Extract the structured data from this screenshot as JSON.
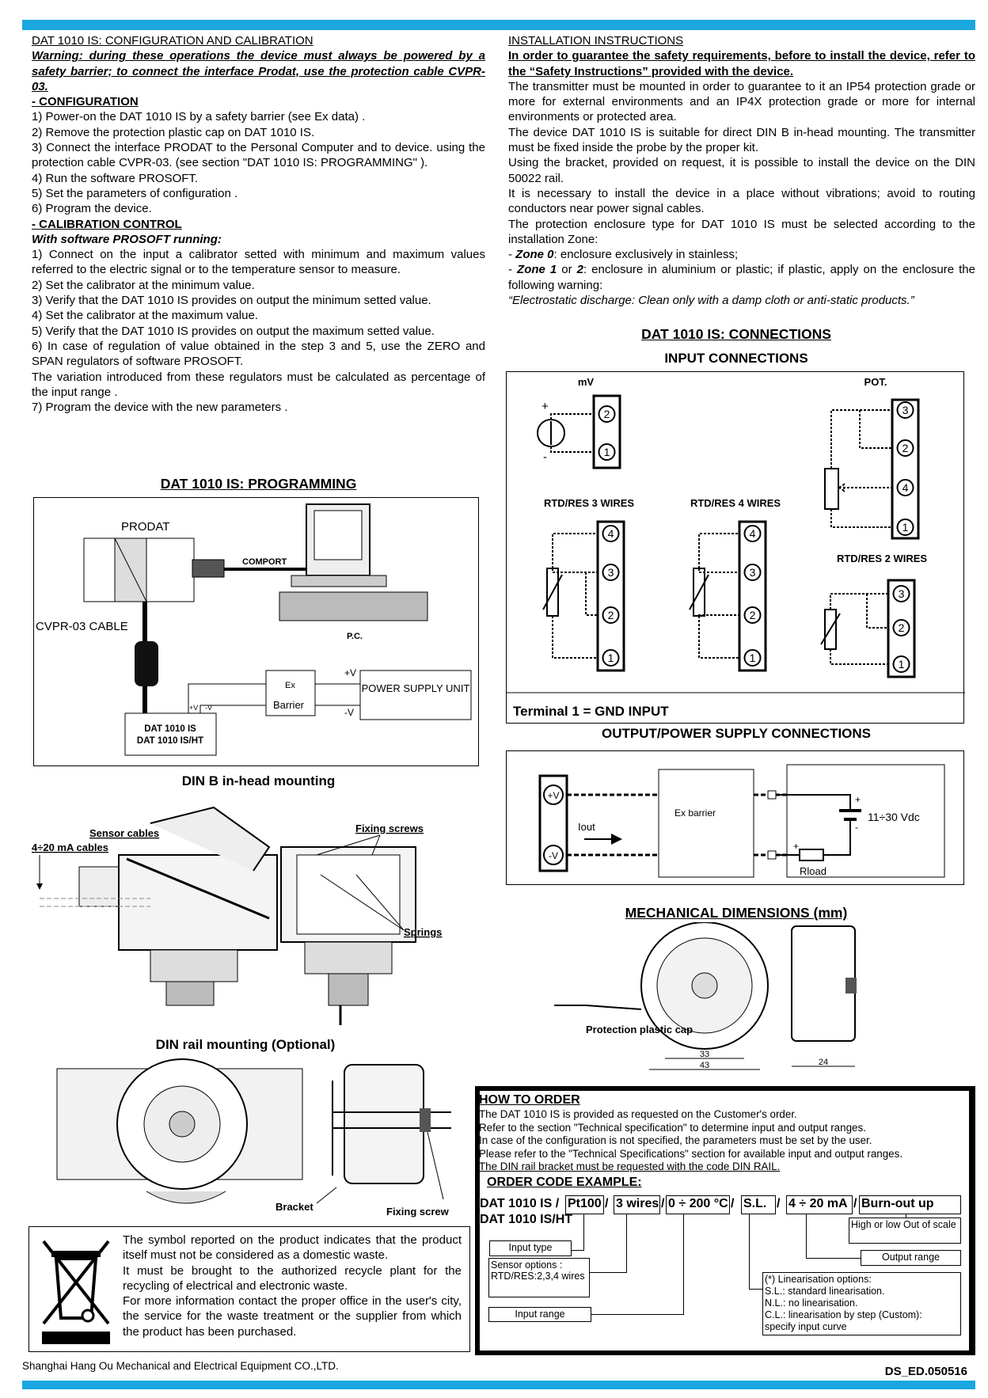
{
  "config": {
    "heading": "DAT 1010 IS: CONFIGURATION AND CALIBRATION",
    "warning": "Warning: during these operations the device must always be powered by a safety barrier; to connect the interface Prodat, use the protection cable CVPR-03.",
    "config_title": "- CONFIGURATION",
    "config_steps": [
      "1) Power-on the DAT 1010 IS by a safety barrier (see Ex data) .",
      "2) Remove the protection plastic cap on DAT 1010 IS.",
      "3) Connect the interface PRODAT to the Personal Computer and to device. using the protection cable CVPR-03. (see section \"DAT 1010 IS: PROGRAMMING\" ).",
      "4) Run the software PROSOFT.",
      "5) Set the parameters of configuration .",
      "6) Program the device."
    ],
    "calib_title": "- CALIBRATION CONTROL ",
    "calib_intro": "With software PROSOFT running:",
    "calib_steps": [
      "1) Connect on the input a calibrator setted with minimum and maximum values referred to the electric signal or to the temperature sensor to measure.",
      "2) Set the calibrator at the minimum value.",
      "3) Verify that the DAT 1010 IS provides on output the minimum setted value.",
      "4) Set the calibrator at the maximum value.",
      "5) Verify that the DAT 1010 IS provides on output the maximum setted value.",
      "6) In case of regulation of value obtained in the step 3 and 5, use the ZERO and SPAN regulators of software PROSOFT.",
      "The variation introduced from these regulators must be calculated as percentage of the input range .",
      "7) Program the device with the new parameters ."
    ]
  },
  "programming": {
    "title": "DAT 1010 IS: PROGRAMMING",
    "prodat": "PRODAT",
    "comport": "COMPORT",
    "pc": "P.C.",
    "cable": "CVPR-03 CABLE",
    "barrier": "Barrier",
    "ex": "Ex",
    "psu": "POWER SUPPLY UNIT",
    "plus_v": "+V",
    "minus_v": "-V",
    "dat": "DAT 1010 IS",
    "dat_ht": "DAT 1010 IS/HT"
  },
  "din_b": {
    "title": "DIN B in-head mounting",
    "sensor_cables": "Sensor cables",
    "ma_cables": "4÷20 mA cables",
    "fixing_screws": "Fixing screws",
    "springs": "Springs"
  },
  "din_rail": {
    "title": "DIN rail mounting (Optional)",
    "bracket": "Bracket",
    "fixing_screw": "Fixing screw"
  },
  "weee": {
    "paragraphs": [
      "The symbol reported on the product indicates that the product itself must not be considered as a domestic waste.",
      "It must be brought to the authorized recycle plant for the recycling of electrical and electronic waste.",
      "For more information contact the proper office in the user's city, the service for the waste treatment or the supplier from which the product has been purchased."
    ]
  },
  "footer": {
    "company": "Shanghai Hang Ou Mechanical and Electrical Equipment CO.,LTD.",
    "doc_code": "DS_ED.050516"
  },
  "install": {
    "heading": "INSTALLATION  INSTRUCTIONS",
    "safety": "In order to guarantee the safety requirements, before to install the device, refer to the “Safety Instructions” provided with the device.",
    "paragraphs": [
      "The transmitter must be mounted in order to guarantee to it an IP54 protection grade or more for external environments and an IP4X protection grade or more for internal environments or protected area.",
      "The device DAT 1010 IS is suitable for direct DIN B in-head mounting. The transmitter must be fixed inside the probe by the proper kit.",
      "Using the bracket, provided on request, it is possible to install the device on the DIN 50022 rail.",
      "It is necessary to install the device in a place without vibrations; avoid to routing conductors near power signal cables.",
      "The protection enclosure type for DAT 1010 IS must be selected according to the installation Zone:"
    ],
    "zone0_prefix": "- ",
    "zone0": "Zone 0",
    "zone0_text": ": enclosure exclusively in stainless;",
    "zone12_prefix": "- ",
    "zone12_a": "Zone 1",
    "zone12_or": " or ",
    "zone12_b": "2",
    "zone12_text": ": enclosure in aluminium or plastic; if plastic, apply on the enclosure the following warning:",
    "esd": "“Electrostatic discharge: Clean only with a damp cloth or anti-static products.”"
  },
  "connections": {
    "title": "DAT 1010 IS: CONNECTIONS",
    "input_title": "INPUT CONNECTIONS",
    "terminal_note": "Terminal 1 = GND INPUT",
    "blocks": [
      {
        "label": "mV",
        "terminals": [
          "2",
          "1"
        ]
      },
      {
        "label": "POT.",
        "terminals": [
          "3",
          "2",
          "4",
          "1"
        ]
      },
      {
        "label": "RTD/RES 3 WIRES",
        "terminals": [
          "4",
          "3",
          "2",
          "1"
        ]
      },
      {
        "label": "RTD/RES 4 WIRES",
        "terminals": [
          "4",
          "3",
          "2",
          "1"
        ]
      },
      {
        "label": "RTD/RES 2  WIRES",
        "terminals": [
          "3",
          "2",
          "1"
        ]
      }
    ],
    "mv_plus": "+",
    "mv_minus": "-",
    "output_title": "OUTPUT/POWER SUPPLY CONNECTIONS",
    "out_plus": "+V",
    "out_minus": "-V",
    "iout": "Iout",
    "ex_barrier": "Ex barrier",
    "supply": "11÷30 Vdc",
    "rload": "Rload",
    "plus": "+",
    "minus": "-"
  },
  "mechanical": {
    "title": "MECHANICAL DIMENSIONS  (mm)",
    "cap": "Protection plastic cap",
    "d33": "33",
    "d43": "43",
    "d24": "24"
  },
  "order": {
    "title": "HOW TO ORDER",
    "lines": [
      "The DAT 1010 IS is provided as requested on the Customer's order.",
      "Refer to the section \"Technical specification\" to determine input and output ranges.",
      "In case of the configuration is not specified, the parameters must be set by the user.",
      "Please refer to the \"Technical Specifications\" section for available input and output ranges."
    ],
    "din_rail_note": "The DIN rail bracket must be requested with the code DIN RAIL",
    "example_title": "ORDER CODE EXAMPLE:",
    "model": "DAT 1010 IS /",
    "model_ht": "DAT 1010 IS/HT",
    "codes": [
      "Pt100",
      "3 wires",
      "0 ÷ 200 °C",
      "S.L.",
      "4 ÷ 20 mA",
      "Burn-out up"
    ],
    "sep": "/",
    "input_type": "Input type",
    "sensor_options": "Sensor options :",
    "sensor_values": "RTD/RES:2,3,4 wires",
    "input_range": "Input range",
    "burnout_desc": "High or low Out of scale",
    "output_range": "Output range",
    "lin": [
      "(*) Linearisation options:",
      "S.L.: standard linearisation.",
      "N.L.: no linearisation.",
      "C.L.: linearisation by step (Custom):",
      "specify input curve"
    ]
  },
  "colors": {
    "accent": "#1aa7e0"
  }
}
